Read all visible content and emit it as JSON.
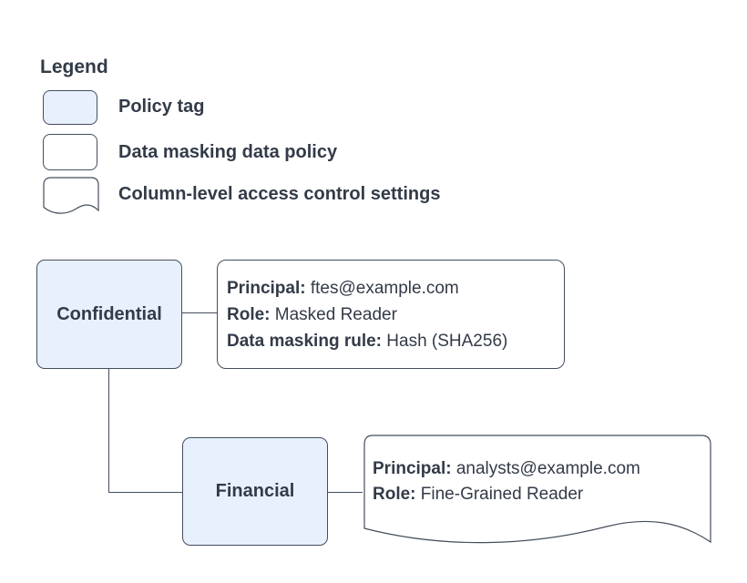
{
  "legend": {
    "title": "Legend",
    "items": [
      {
        "shape": "policy-tag",
        "label": "Policy tag"
      },
      {
        "shape": "data-masking-policy",
        "label": "Data masking data policy"
      },
      {
        "shape": "column-access-document",
        "label": "Column-level access control settings"
      }
    ]
  },
  "nodes": {
    "confidential": "Confidential",
    "financial": "Financial"
  },
  "policies": {
    "masking": {
      "fields": [
        {
          "label": "Principal:",
          "value": "ftes@example.com"
        },
        {
          "label": "Role:",
          "value": "Masked Reader"
        },
        {
          "label": "Data masking rule:",
          "value": "Hash (SHA256)"
        }
      ]
    },
    "column_access": {
      "fields": [
        {
          "label": "Principal:",
          "value": "analysts@example.com"
        },
        {
          "label": "Role:",
          "value": "Fine-Grained Reader"
        }
      ]
    }
  },
  "colors": {
    "policy_tag_fill": "#e8f0fe",
    "outline": "#454e5c",
    "text": "#333b48",
    "background": "#ffffff"
  }
}
